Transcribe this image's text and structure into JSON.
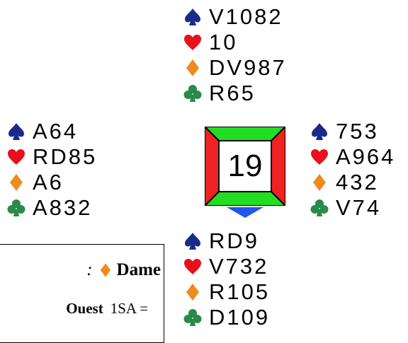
{
  "hands": {
    "north": {
      "spades": "V1082",
      "hearts": "10",
      "diamonds": "DV987",
      "clubs": "R65"
    },
    "west": {
      "spades": "A64",
      "hearts": "RD85",
      "diamonds": "A6",
      "clubs": "A832"
    },
    "east": {
      "spades": "753",
      "hearts": "A964",
      "diamonds": "432",
      "clubs": "V74"
    },
    "south": {
      "spades": "RD9",
      "hearts": "V732",
      "diamonds": "R105",
      "clubs": "D109"
    }
  },
  "board": {
    "number": "19",
    "colors": {
      "ns_sides": "#22dd22",
      "ew_sides": "#ee2222",
      "dealer_arrow": "#2255ee"
    }
  },
  "info": {
    "lead_colon": ":",
    "lead_card": "Dame",
    "declarer": "Ouest",
    "contract": "1SA ="
  },
  "suit_icons": {
    "spades": "spade-icon",
    "hearts": "heart-icon",
    "diamonds": "diamond-icon",
    "clubs": "club-icon"
  },
  "suit_colors": {
    "spades": "#1a2a8a",
    "hearts": "#e8101c",
    "diamonds": "#f08a1c",
    "clubs": "#2a8a4a"
  }
}
